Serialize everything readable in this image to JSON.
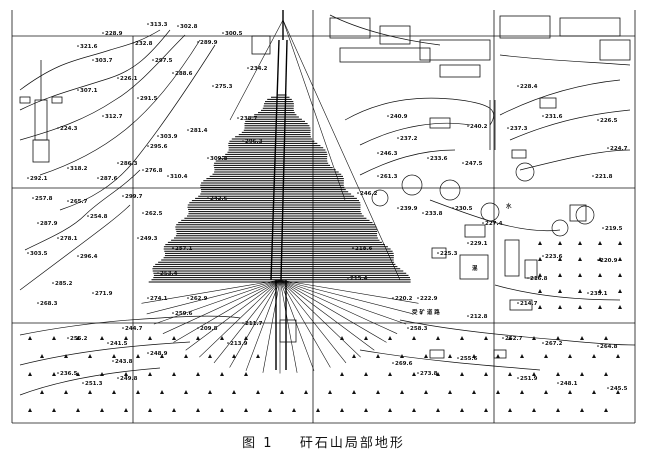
{
  "figure": {
    "caption_number": "图 1",
    "caption_title": "矸石山局部地形"
  },
  "map": {
    "contour_color": "#111111",
    "grid_color": "#111111",
    "hatch_color": "#000000",
    "background": "#ffffff",
    "spot_heights": [
      "313.3",
      "302.8",
      "289.9",
      "300.5",
      "321.6",
      "303.7",
      "297.5",
      "288.6",
      "275.3",
      "307.1",
      "291.5",
      "312.7",
      "303.9",
      "281.4",
      "296.3",
      "309.8",
      "295.6",
      "286.3",
      "318.2",
      "292.1",
      "287.6",
      "276.8",
      "310.4",
      "299.7",
      "262.5",
      "257.8",
      "265.7",
      "254.8",
      "287.9",
      "278.1",
      "303.5",
      "296.4",
      "285.2",
      "271.9",
      "268.3",
      "274.1",
      "259.6",
      "255.2",
      "241.5",
      "248.9",
      "236.5",
      "251.3",
      "249.8",
      "244.7",
      "243.8",
      "240.9",
      "237.2",
      "246.3",
      "233.6",
      "247.5",
      "240.2",
      "237.3",
      "231.6",
      "228.4",
      "226.5",
      "224.7",
      "221.8",
      "219.5",
      "220.9",
      "235.1",
      "223.6",
      "216.8",
      "214.7",
      "212.8",
      "258.3",
      "252.7",
      "267.2",
      "264.8",
      "255.6",
      "251.9",
      "248.1",
      "245.5",
      "273.8",
      "269.6",
      "261.3",
      "246.2",
      "239.9",
      "233.8",
      "230.5",
      "227.4",
      "229.1",
      "225.3",
      "222.9",
      "220.2",
      "218.6",
      "215.4",
      "213.9",
      "211.7",
      "209.8",
      "262.9",
      "257.1",
      "253.4",
      "249.3",
      "242.6",
      "238.7",
      "234.2",
      "232.8",
      "228.9",
      "226.1",
      "224.3"
    ],
    "map_labels": {
      "road_label": "受 矿 道 路",
      "water_label": "水",
      "building_code": "混"
    }
  }
}
